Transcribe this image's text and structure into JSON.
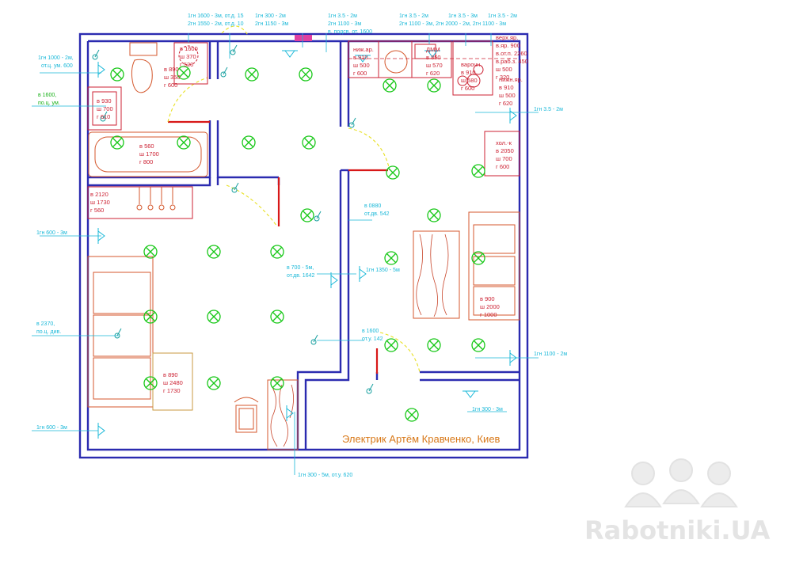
{
  "author": "Электрик Артём Кравченко, Киев",
  "watermark": "Rabotniki.UA",
  "colors": {
    "walls": "#2b2bb0",
    "furniture": "#d4572c",
    "lamps": "#18c818",
    "sockets": "#1ab8d8",
    "partitions": "#d81818",
    "doors": "#e8e020"
  },
  "cyan_labels": [
    "1гн 1600 - 3м, от.д. 15",
    "2гн 1550 - 2м, от.д. 10",
    "1гн 300 - 2м",
    "2гн 1150 - 3м",
    "1гн 3.5 - 2м",
    "2гн 1100 - 3м",
    "в. подсв. от. 1600",
    "1гн 3.5 - 2м",
    "2гн 1100 - 3м, 2гн 2000 - 2м, 2гн 1100 - 3м",
    "1гн 3.5 - 3м",
    "1гн 3.5 - 2м",
    "1гн 1000 - 2м,",
    "от.ц. ум. 600",
    "1гн 3.5 - 2м",
    "в 0880",
    "от.дв. 542",
    "1гн 600 - 3м",
    "в 700 - 5м,",
    "от.дв. 1642",
    "1гн 1350 - 5м",
    "в 2370,",
    "по.ц. див.",
    "в 1600",
    "от.у. 142",
    "1гн 1100 - 2м",
    "1гн 300 - 3м",
    "1гн 600 - 3м",
    "1гн 300 - 5м, от.у. 620"
  ],
  "green_labels": [
    "в 1600,",
    "по.ц. ум."
  ],
  "dims": {
    "wc": [
      "в 890",
      "ш 350",
      "г 600"
    ],
    "cab": [
      "в 1600",
      "ш 370",
      "г 520"
    ],
    "sink": [
      "в 930",
      "ш 700",
      "г 610"
    ],
    "bath": [
      "в 560",
      "ш 1700",
      "г 800"
    ],
    "wardrobe": [
      "в 2120",
      "ш 1730",
      "г 560"
    ],
    "bed": [
      "в 890",
      "ш 2480",
      "г 1730"
    ],
    "k1": [
      "ниж.ар.",
      "в 910",
      "ш 500",
      "г 600"
    ],
    "k2": [
      "ДММ",
      "в 850",
      "ш 570",
      "г 620"
    ],
    "k3": [
      "варочн.",
      "в 910",
      "ш 580",
      "г 600"
    ],
    "kup": [
      "верх.яр.",
      "в.яр. 900",
      "в.от.п. 2260",
      "в.раб.з. 450",
      "ш 500",
      "г 320"
    ],
    "klow": [
      "нижн.яр.",
      "в 910",
      "ш 500",
      "г 620"
    ],
    "fridge": [
      "хол.-к",
      "в 2050",
      "ш 700",
      "г 600"
    ],
    "sofa": [
      "в 900",
      "ш 2000",
      "г 1000"
    ]
  }
}
